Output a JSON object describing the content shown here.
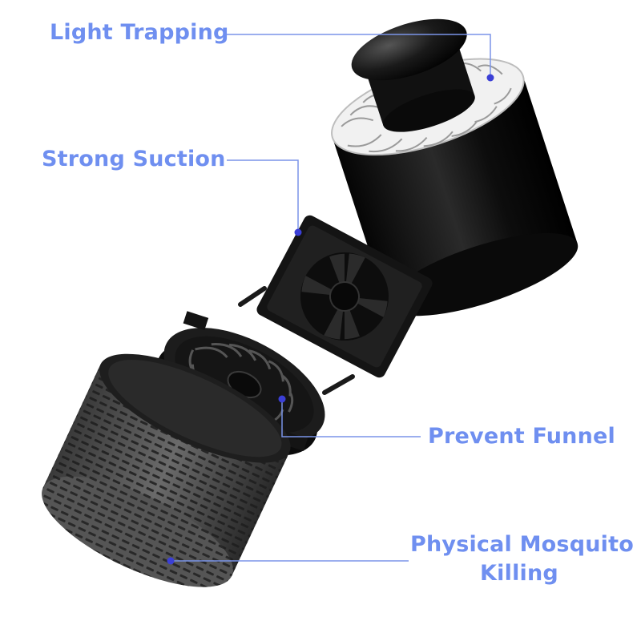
{
  "callouts": {
    "light_trapping": "Light Trapping",
    "strong_suction": "Strong Suction",
    "prevent_funnel": "Prevent Funnel",
    "physical_line1": "Physical Mosquito",
    "physical_line2": "Killing"
  },
  "colors": {
    "label_text": "#6f8ff0",
    "leader_line": "#7a94e8",
    "dot": "#3b3fd6",
    "device_body": "#121212",
    "vent_ring": "#f2f2f2",
    "mesh_cup": "#5c5c5c"
  }
}
